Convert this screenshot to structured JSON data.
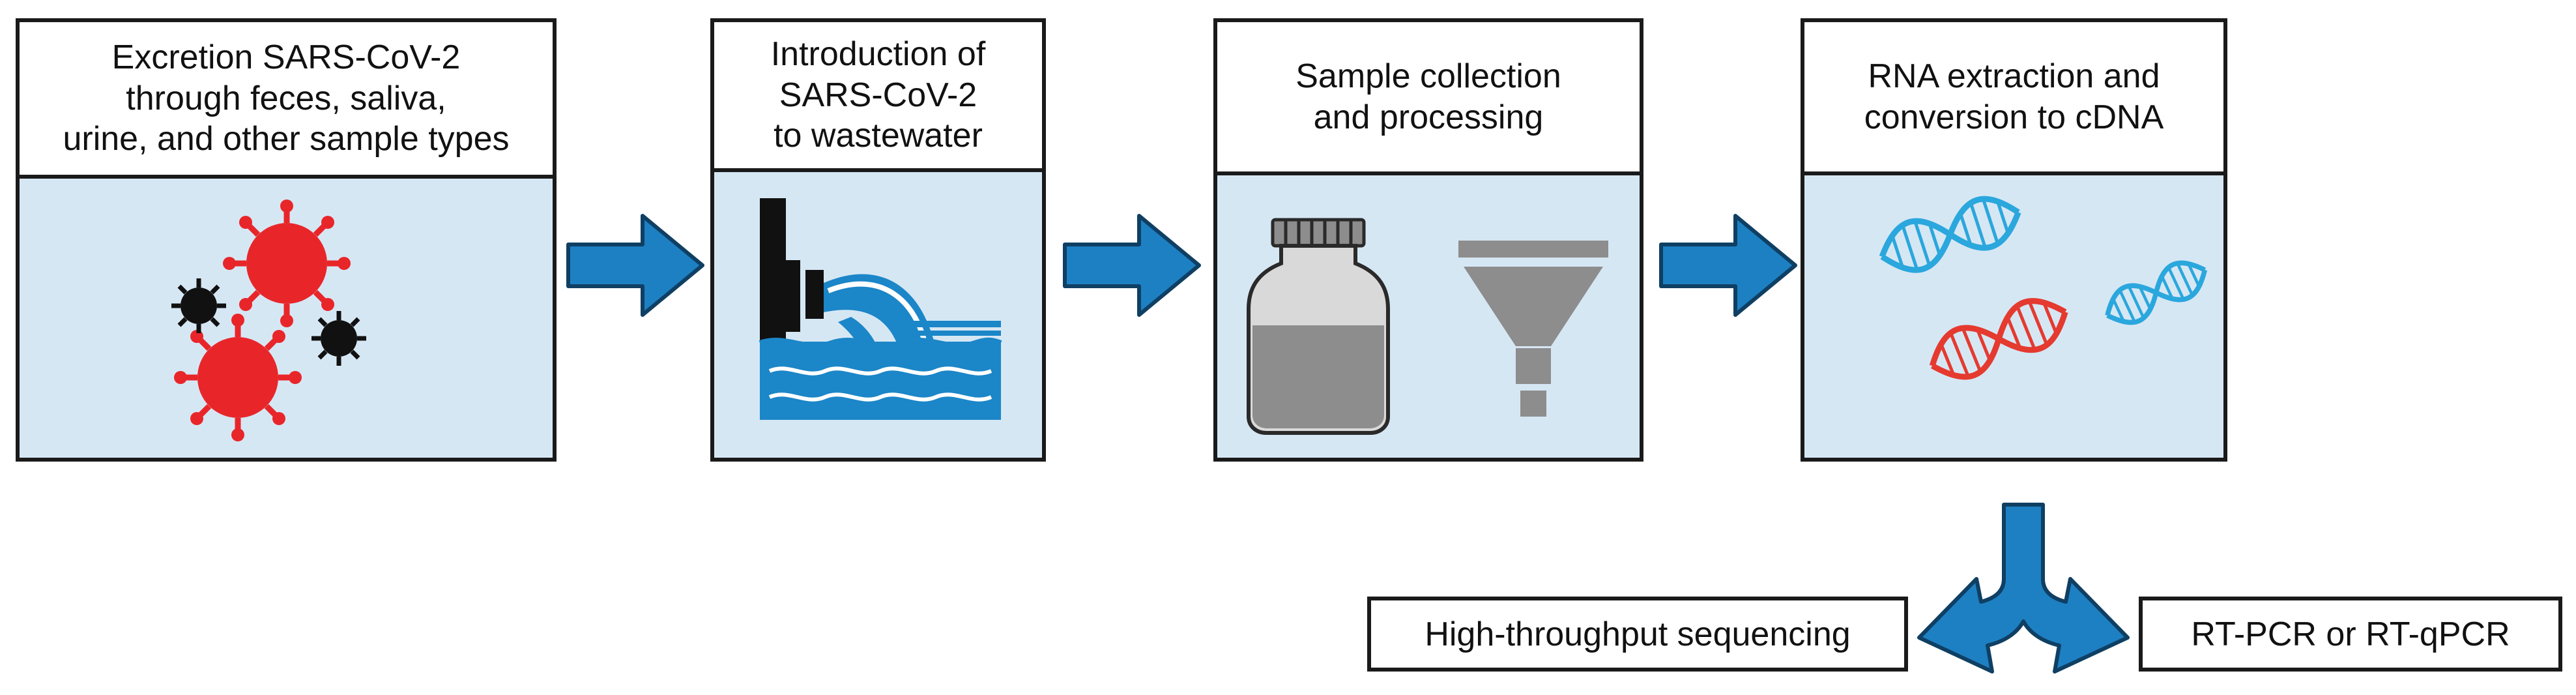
{
  "steps": [
    {
      "title": "Excretion SARS-CoV-2\nthrough feces, saliva,\nurine, and other sample types"
    },
    {
      "title": "Introduction of\nSARS-CoV-2\nto wastewater"
    },
    {
      "title": "Sample collection\nand processing"
    },
    {
      "title": "RNA extraction and\nconversion to cDNA"
    }
  ],
  "outputs": {
    "left": "High-throughput sequencing",
    "right": "RT-PCR or RT-qPCR"
  },
  "colors": {
    "arrow": "#1d80c3",
    "arrow_stroke": "#0f3f63",
    "panel_bg": "#d6e7f4",
    "virus_red": "#e8262a",
    "virus_black": "#111111",
    "water": "#1b86c8",
    "dna_blue": "#2aa7dd",
    "dna_red": "#e53a2f",
    "gray": "#8d8d8d"
  }
}
